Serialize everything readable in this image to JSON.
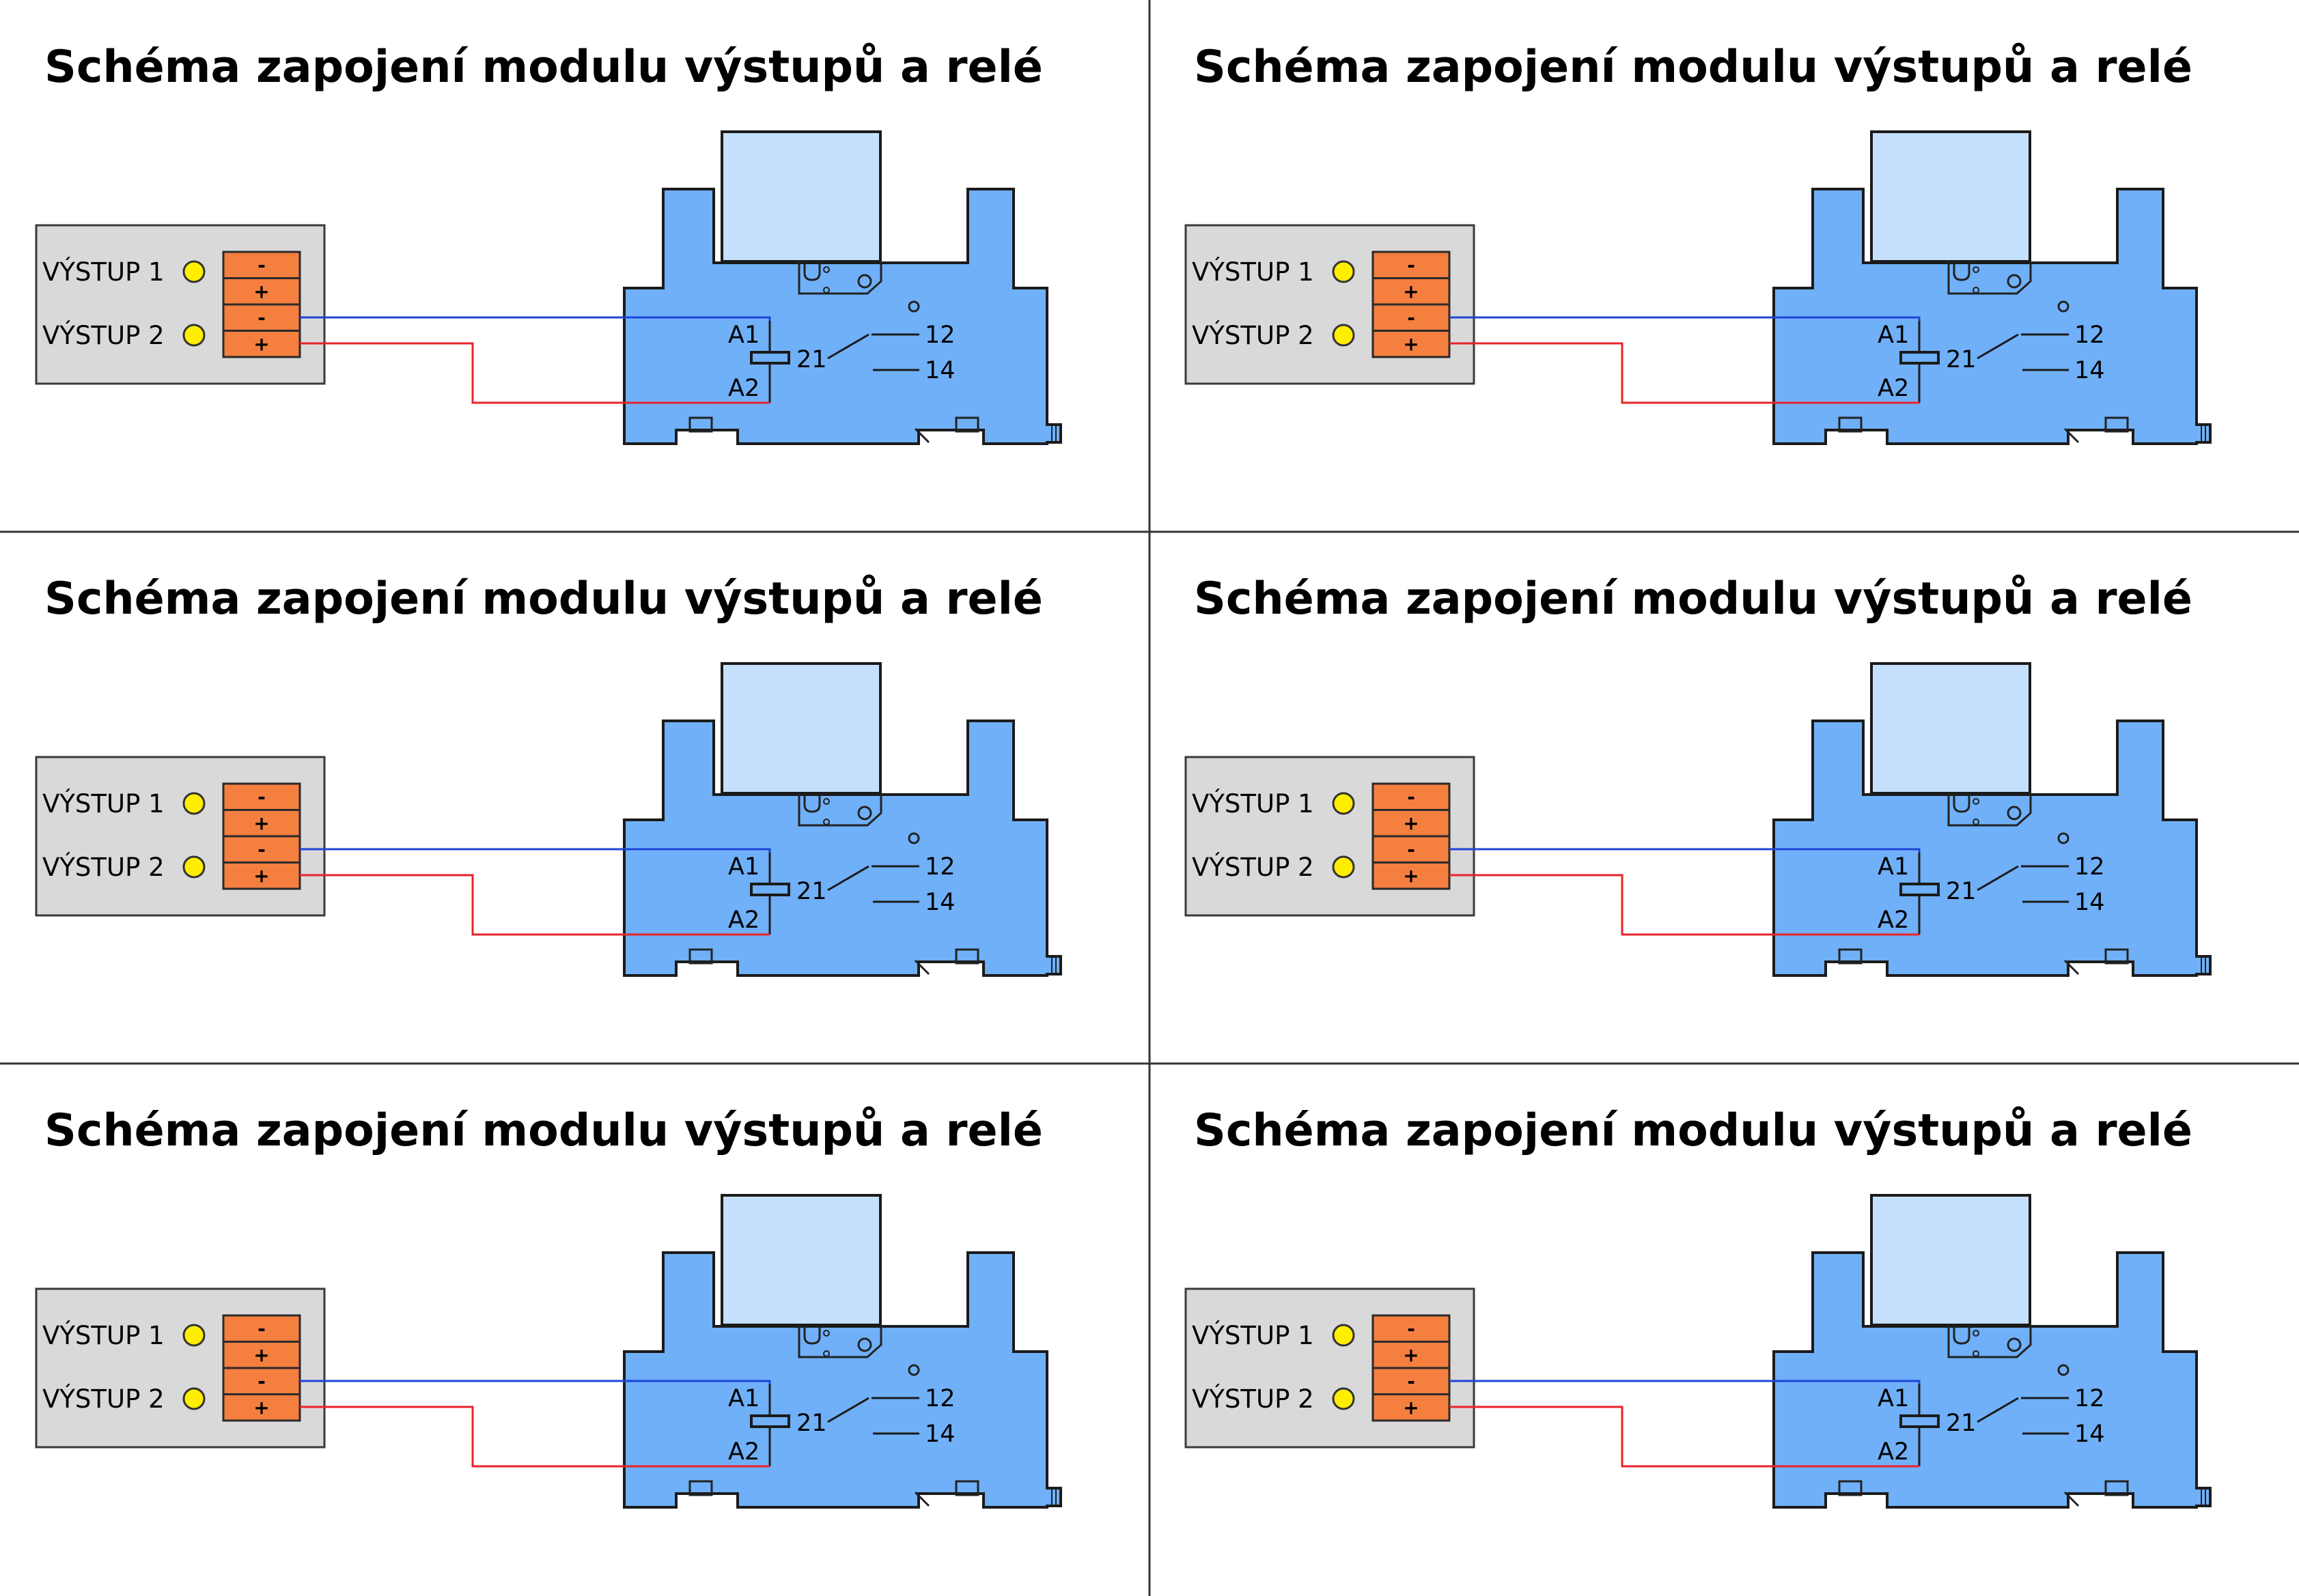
{
  "sheet": {
    "panels": [
      {
        "title": "Schéma zapojení modulu výstupů a relé",
        "module": {
          "outputs": [
            {
              "label": "VÝSTUP 1",
              "led_color": "#ffee00"
            },
            {
              "label": "VÝSTUP 2",
              "led_color": "#ffee00"
            }
          ],
          "terminals": [
            "-",
            "+",
            "-",
            "+"
          ]
        },
        "relay": {
          "coil_top": "A1",
          "coil_bottom": "A2",
          "common": "21",
          "contact_nc": "12",
          "contact_no": "14"
        }
      },
      {
        "title": "Schéma zapojení modulu výstupů a relé",
        "module": {
          "outputs": [
            {
              "label": "VÝSTUP 1",
              "led_color": "#ffee00"
            },
            {
              "label": "VÝSTUP 2",
              "led_color": "#ffee00"
            }
          ],
          "terminals": [
            "-",
            "+",
            "-",
            "+"
          ]
        },
        "relay": {
          "coil_top": "A1",
          "coil_bottom": "A2",
          "common": "21",
          "contact_nc": "12",
          "contact_no": "14"
        }
      },
      {
        "title": "Schéma zapojení modulu výstupů a relé",
        "module": {
          "outputs": [
            {
              "label": "VÝSTUP 1",
              "led_color": "#ffee00"
            },
            {
              "label": "VÝSTUP 2",
              "led_color": "#ffee00"
            }
          ],
          "terminals": [
            "-",
            "+",
            "-",
            "+"
          ]
        },
        "relay": {
          "coil_top": "A1",
          "coil_bottom": "A2",
          "common": "21",
          "contact_nc": "12",
          "contact_no": "14"
        }
      },
      {
        "title": "Schéma zapojení modulu výstupů a relé",
        "module": {
          "outputs": [
            {
              "label": "VÝSTUP 1",
              "led_color": "#ffee00"
            },
            {
              "label": "VÝSTUP 2",
              "led_color": "#ffee00"
            }
          ],
          "terminals": [
            "-",
            "+",
            "-",
            "+"
          ]
        },
        "relay": {
          "coil_top": "A1",
          "coil_bottom": "A2",
          "common": "21",
          "contact_nc": "12",
          "contact_no": "14"
        }
      },
      {
        "title": "Schéma zapojení modulu výstupů a relé",
        "module": {
          "outputs": [
            {
              "label": "VÝSTUP 1",
              "led_color": "#ffee00"
            },
            {
              "label": "VÝSTUP 2",
              "led_color": "#ffee00"
            }
          ],
          "terminals": [
            "-",
            "+",
            "-",
            "+"
          ]
        },
        "relay": {
          "coil_top": "A1",
          "coil_bottom": "A2",
          "common": "21",
          "contact_nc": "12",
          "contact_no": "14"
        }
      },
      {
        "title": "Schéma zapojení modulu výstupů a relé",
        "module": {
          "outputs": [
            {
              "label": "VÝSTUP 1",
              "led_color": "#ffee00"
            },
            {
              "label": "VÝSTUP 2",
              "led_color": "#ffee00"
            }
          ],
          "terminals": [
            "-",
            "+",
            "-",
            "+"
          ]
        },
        "relay": {
          "coil_top": "A1",
          "coil_bottom": "A2",
          "common": "21",
          "contact_nc": "12",
          "contact_no": "14"
        }
      }
    ]
  },
  "colors": {
    "module_fill": "#d9d9d9",
    "terminal_fill": "#f47f3f",
    "relay_fill": "#6fb0f8",
    "relay_cover": "#c5e0fc",
    "wire_negative": "#1f44d8",
    "wire_positive": "#e8232a",
    "divider": "#333333"
  }
}
